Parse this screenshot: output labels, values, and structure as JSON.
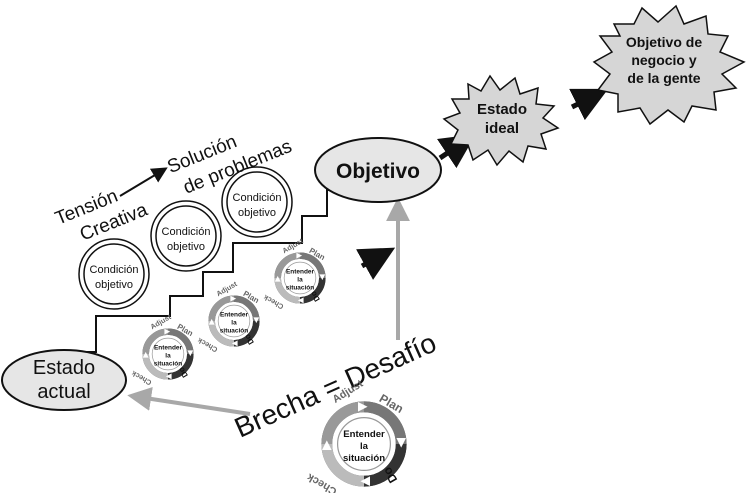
{
  "nodes": {
    "estado_actual": {
      "line1": "Estado",
      "line2": "actual"
    },
    "objetivo": {
      "label": "Objetivo"
    },
    "estado_ideal": {
      "line1": "Estado",
      "line2": "ideal"
    },
    "objetivo_negocio": {
      "line1": "Objetivo de",
      "line2": "negocio y",
      "line3": "de la gente"
    }
  },
  "tension": {
    "line1": "Tensión",
    "line2": "Creativa"
  },
  "solucion": {
    "line1": "Solución",
    "line2": "de problemas"
  },
  "condicion": {
    "line1": "Condición",
    "line2": "objetivo"
  },
  "brecha": "Brecha = Desafío",
  "cycle": {
    "adjust": "Adjust",
    "plan": "Plan",
    "do": "Do",
    "check": "Check",
    "center1": "Entender",
    "center2": "la",
    "center3": "situación"
  },
  "colors": {
    "ellipse_fill": "#e6e6e6",
    "starburst_fill": "#d6d6d6",
    "gray_arrow": "#a8a8a8",
    "black": "#111111"
  }
}
